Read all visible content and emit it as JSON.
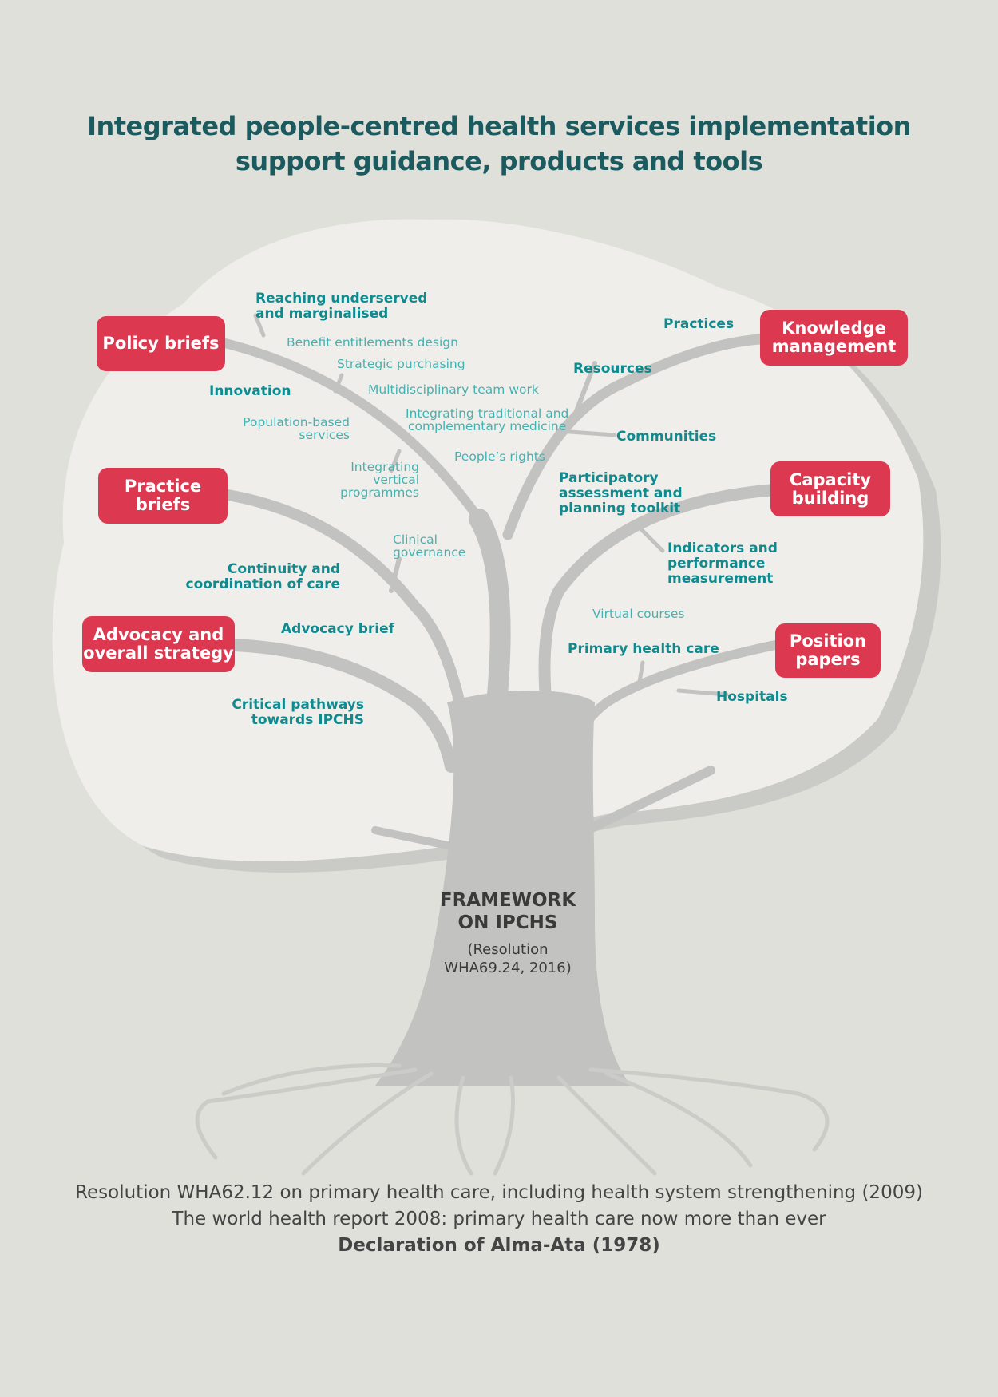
{
  "title": {
    "line1": "Integrated people-centred health services implementation",
    "line2": "support guidance, products and tools"
  },
  "boxes": {
    "policy_briefs": "Policy briefs",
    "practice_briefs": [
      "Practice",
      "briefs"
    ],
    "advocacy": [
      "Advocacy and",
      "overall strategy"
    ],
    "knowledge": [
      "Knowledge",
      "management"
    ],
    "capacity": [
      "Capacity",
      "building"
    ],
    "position": [
      "Position",
      "papers"
    ]
  },
  "labels": {
    "reaching": [
      "Reaching underserved",
      "and marginalised"
    ],
    "benefit": "Benefit entitlements design",
    "strategic": "Strategic purchasing",
    "innovation": "Innovation",
    "multidisciplinary": "Multidisciplinary team work",
    "population": [
      "Population-based",
      "services"
    ],
    "traditional": [
      "Integrating traditional and",
      "complementary medicine"
    ],
    "rights": "People’s rights",
    "vertical": [
      "Integrating",
      "vertical",
      "programmes"
    ],
    "clinical": [
      "Clinical",
      "governance"
    ],
    "continuity": [
      "Continuity and",
      "coordination of care"
    ],
    "advocacy_brief": "Advocacy brief",
    "critical": [
      "Critical pathways",
      "towards IPCHS"
    ],
    "practices": "Practices",
    "resources": "Resources",
    "communities": "Communities",
    "participatory": [
      "Participatory",
      "assessment and",
      "planning toolkit"
    ],
    "indicators": [
      "Indicators and",
      "performance",
      "measurement"
    ],
    "virtual": "Virtual courses",
    "phc": "Primary health care",
    "hospitals": "Hospitals"
  },
  "framework": {
    "title": [
      "FRAMEWORK",
      "ON IPCHS"
    ],
    "sub": [
      "(Resolution",
      "WHA69.24, 2016)"
    ]
  },
  "footer": {
    "line1": "Resolution WHA62.12 on primary health care, including health system strengthening (2009)",
    "line2": "The world health report 2008: primary health care now more than ever",
    "line3": "Declaration of Alma-Ata (1978)"
  },
  "colors": {
    "background": "#dfe0da",
    "box": "#dc3850",
    "teal": "#0f8a8f",
    "title": "#1b5a5e",
    "tree": "#c2c2c0"
  }
}
